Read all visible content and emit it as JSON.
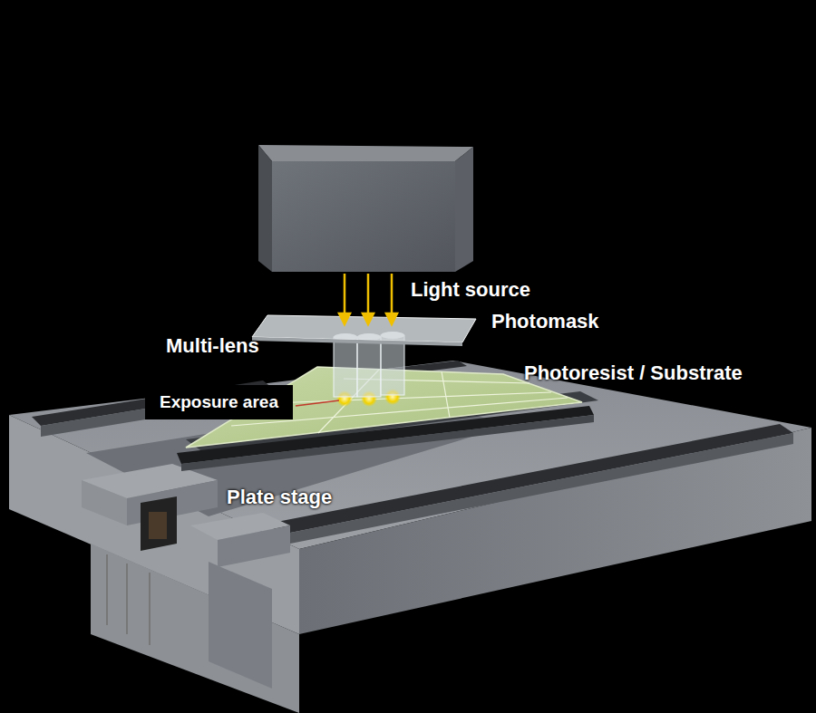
{
  "diagram": {
    "nodes": [
      {
        "text": [
          "Exposure area"
        ]
      }
    ],
    "labels": [
      "Light source",
      "Photomask",
      "Multi-lens",
      "Photoresist / Substrate",
      "Plate stage"
    ]
  }
}
